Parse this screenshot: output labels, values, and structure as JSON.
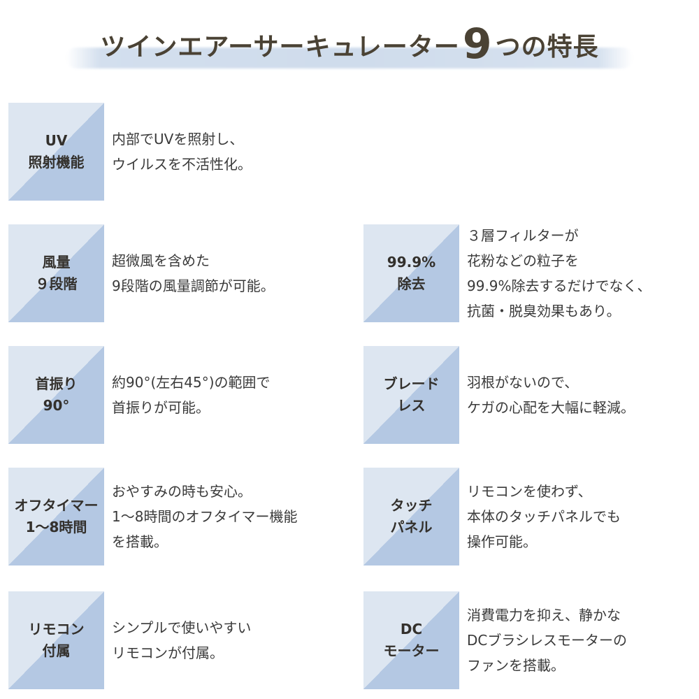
{
  "title": {
    "main": "ツインエアーサーキュレーター",
    "number": "9",
    "tail": "つの特長"
  },
  "features": [
    {
      "badge": "UV\n照射機能",
      "desc": "内部でUVを照射し、\nウイルスを不活性化。"
    },
    {
      "badge": "風量\n９段階",
      "desc": "超微風を含めた\n9段階の風量調節が可能。"
    },
    {
      "badge": "99.9%\n除去",
      "desc": "３層フィルターが\n花粉などの粒子を\n99.9%除去するだけでなく、\n抗菌・脱臭効果もあり。"
    },
    {
      "badge": "首振り\n90°",
      "desc": "約90°(左右45°)の範囲で\n首振りが可能。"
    },
    {
      "badge": "ブレード\nレス",
      "desc": "羽根がないので、\nケガの心配を大幅に軽減。"
    },
    {
      "badge": "オフタイマー\n1〜8時間",
      "desc": "おやすみの時も安心。\n1〜8時間のオフタイマー機能\nを搭載。"
    },
    {
      "badge": "タッチ\nパネル",
      "desc": "リモコンを使わず、\n本体のタッチパネルでも\n操作可能。"
    },
    {
      "badge": "リモコン\n付属",
      "desc": "シンプルで使いやすい\nリモコンが付属。"
    },
    {
      "badge": "DC\nモーター",
      "desc": "消費電力を抑え、静かな\nDCブラシレスモーターの\nファンを搭載。"
    }
  ],
  "colors": {
    "badge_light": "#dde6f1",
    "badge_dark": "#b4c8e3",
    "title_text": "#4a4234",
    "title_brush": "#cfdcec"
  }
}
